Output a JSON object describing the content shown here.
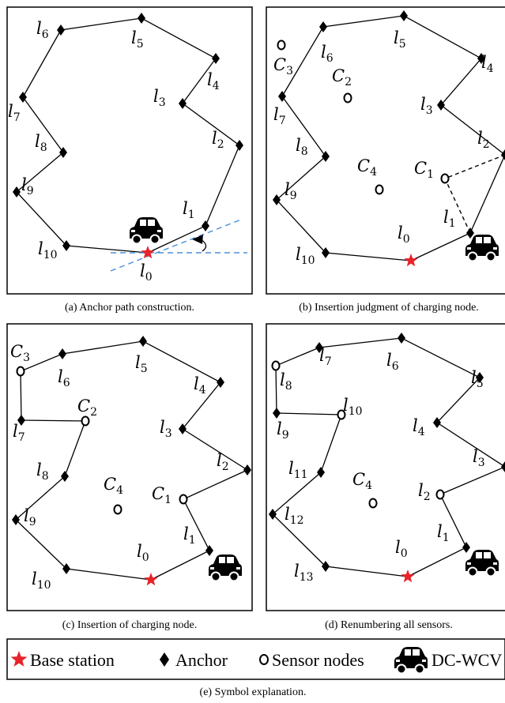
{
  "panels": [
    {
      "id": "a",
      "caption": "(a)  Anchor path construction.",
      "anchors": [
        {
          "text": "l",
          "sub": "0"
        },
        {
          "text": "l",
          "sub": "1"
        },
        {
          "text": "l",
          "sub": "2"
        },
        {
          "text": "l",
          "sub": "3"
        },
        {
          "text": "l",
          "sub": "4"
        },
        {
          "text": "l",
          "sub": "5"
        },
        {
          "text": "l",
          "sub": "6"
        },
        {
          "text": "l",
          "sub": "7"
        },
        {
          "text": "l",
          "sub": "8"
        },
        {
          "text": "l",
          "sub": "9"
        },
        {
          "text": "l",
          "sub": "10"
        }
      ],
      "sensors": []
    },
    {
      "id": "b",
      "caption": "(b)  Insertion judgment of charging node.",
      "anchors": [
        {
          "text": "l",
          "sub": "0"
        },
        {
          "text": "l",
          "sub": "1"
        },
        {
          "text": "l",
          "sub": "2"
        },
        {
          "text": "l",
          "sub": "3"
        },
        {
          "text": "l",
          "sub": "4"
        },
        {
          "text": "l",
          "sub": "5"
        },
        {
          "text": "l",
          "sub": "6"
        },
        {
          "text": "l",
          "sub": "7"
        },
        {
          "text": "l",
          "sub": "8"
        },
        {
          "text": "l",
          "sub": "9"
        },
        {
          "text": "l",
          "sub": "10"
        }
      ],
      "sensors": [
        {
          "text": "C",
          "sub": "1"
        },
        {
          "text": "C",
          "sub": "2"
        },
        {
          "text": "C",
          "sub": "3"
        },
        {
          "text": "C",
          "sub": "4"
        }
      ]
    },
    {
      "id": "c",
      "caption": "(c)  Insertion of charging node.",
      "anchors": [
        {
          "text": "l",
          "sub": "0"
        },
        {
          "text": "l",
          "sub": "1"
        },
        {
          "text": "l",
          "sub": "2"
        },
        {
          "text": "l",
          "sub": "3"
        },
        {
          "text": "l",
          "sub": "4"
        },
        {
          "text": "l",
          "sub": "5"
        },
        {
          "text": "l",
          "sub": "6"
        },
        {
          "text": "l",
          "sub": "7"
        },
        {
          "text": "l",
          "sub": "8"
        },
        {
          "text": "l",
          "sub": "9"
        },
        {
          "text": "l",
          "sub": "10"
        }
      ],
      "sensors": [
        {
          "text": "C",
          "sub": "1"
        },
        {
          "text": "C",
          "sub": "2"
        },
        {
          "text": "C",
          "sub": "3"
        },
        {
          "text": "C",
          "sub": "4"
        }
      ]
    },
    {
      "id": "d",
      "caption": "(d)  Renumbering all sensors.",
      "anchors": [
        {
          "text": "l",
          "sub": "0"
        },
        {
          "text": "l",
          "sub": "1"
        },
        {
          "text": "l",
          "sub": "2"
        },
        {
          "text": "l",
          "sub": "3"
        },
        {
          "text": "l",
          "sub": "4"
        },
        {
          "text": "l",
          "sub": "5"
        },
        {
          "text": "l",
          "sub": "6"
        },
        {
          "text": "l",
          "sub": "7"
        },
        {
          "text": "l",
          "sub": "8"
        },
        {
          "text": "l",
          "sub": "9"
        },
        {
          "text": "l",
          "sub": "10"
        },
        {
          "text": "l",
          "sub": "11"
        },
        {
          "text": "l",
          "sub": "12"
        },
        {
          "text": "l",
          "sub": "13"
        }
      ],
      "sensors": [
        {
          "text": "C",
          "sub": "4"
        }
      ]
    }
  ],
  "legend": {
    "base_station": "Base station",
    "anchor": "Anchor",
    "sensor_nodes": "Sensor nodes",
    "vehicle": "DC-WCV",
    "caption": "(e)  Symbol explanation."
  },
  "colors": {
    "base_station": "#e8232a",
    "path_dashed": "#4a90d9",
    "ink": "#000000"
  }
}
